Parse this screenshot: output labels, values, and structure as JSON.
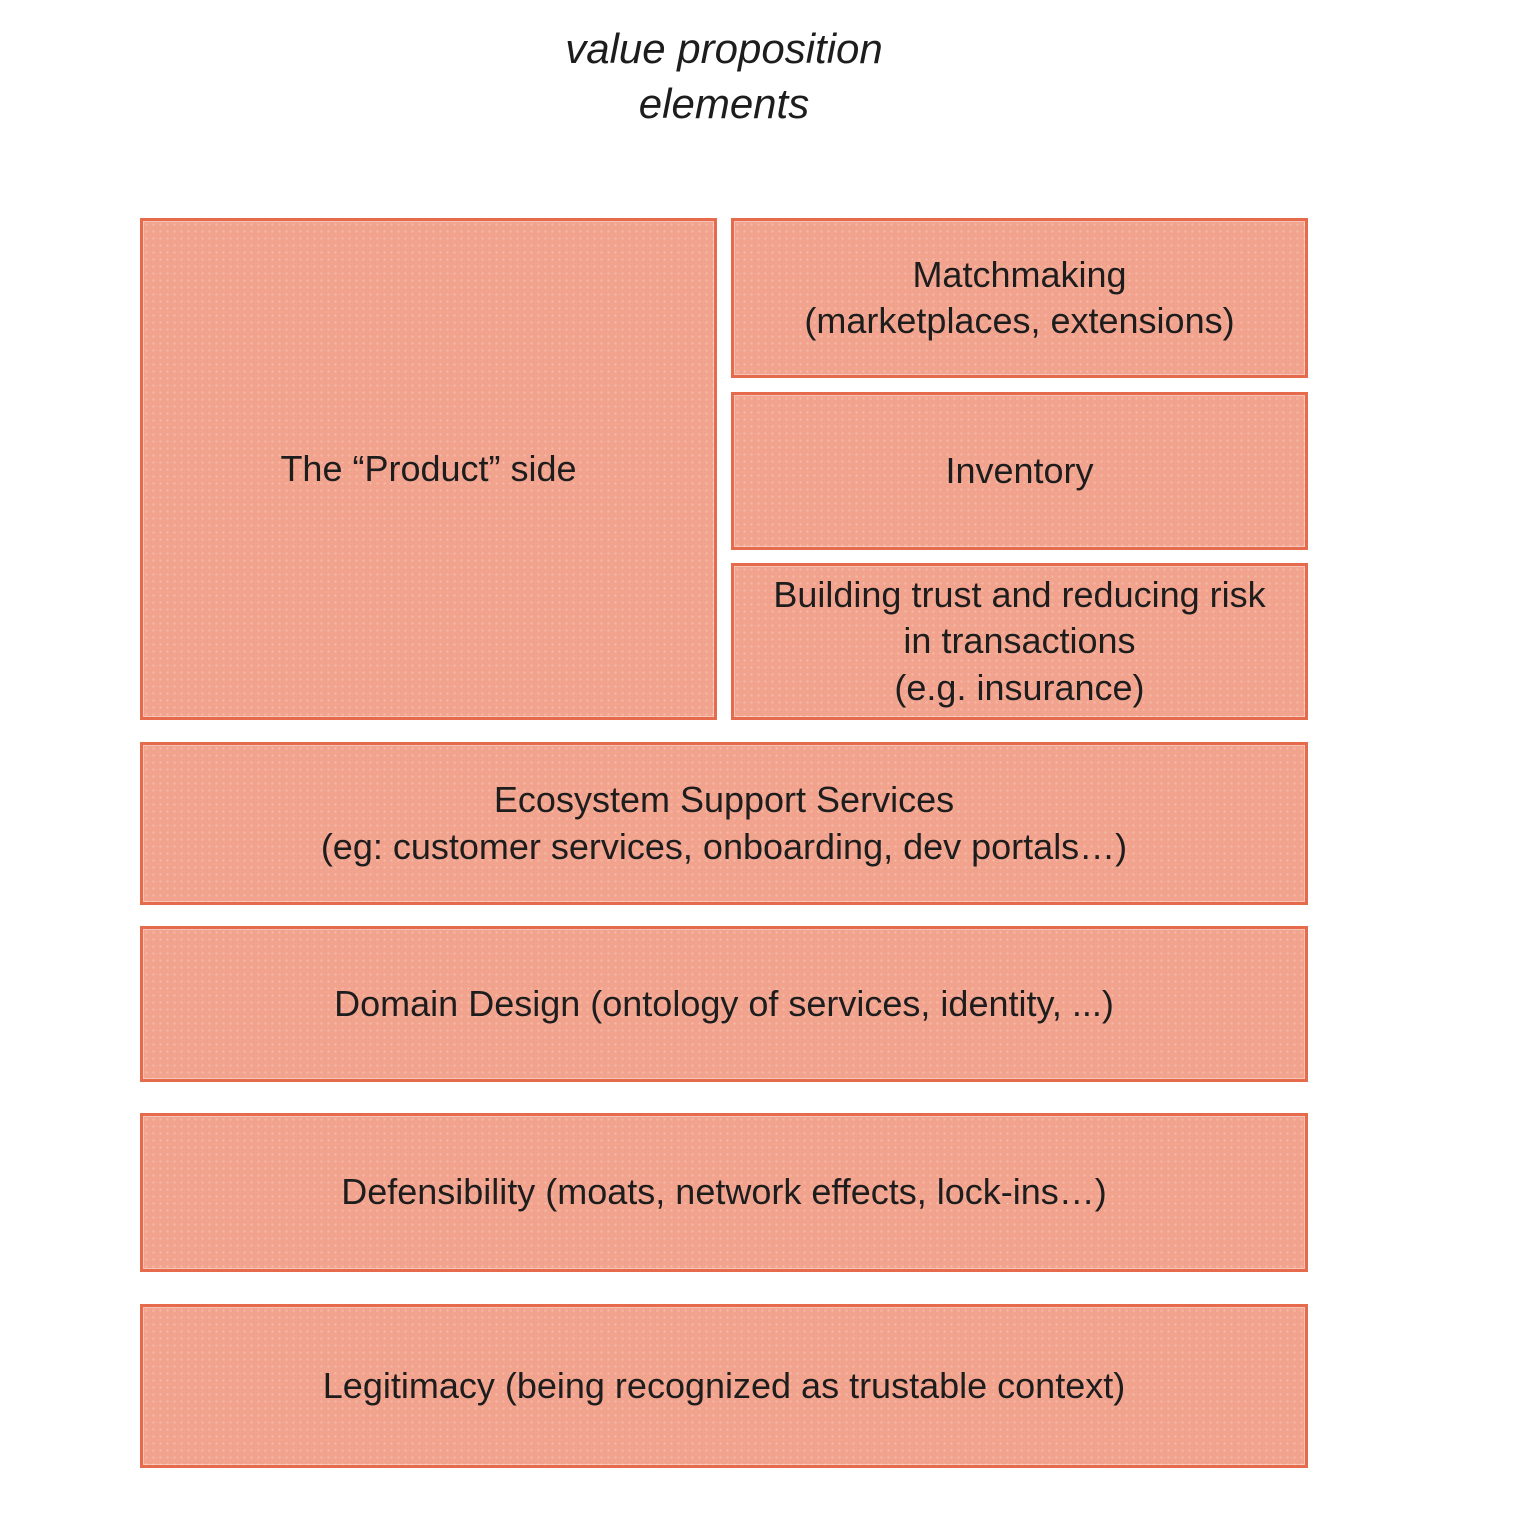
{
  "title": "value proposition\nelements",
  "colors": {
    "box_fill": "#f2a38e",
    "box_border": "#e66a4c",
    "text": "#1d1d1d",
    "page_bg": "#ffffff"
  },
  "boxes": {
    "product": {
      "label": "The “Product” side"
    },
    "matchmaking": {
      "label": "Matchmaking\n(marketplaces, extensions)"
    },
    "inventory": {
      "label": "Inventory"
    },
    "trust": {
      "label": "Building trust and reducing risk\nin transactions\n(e.g. insurance)"
    },
    "ecosystem": {
      "label": "Ecosystem Support Services\n(eg: customer services, onboarding, dev portals…)"
    },
    "domain": {
      "label": "Domain Design (ontology of services, identity, ...)"
    },
    "defensibility": {
      "label": "Defensibility (moats, network effects, lock-ins…)"
    },
    "legitimacy": {
      "label": "Legitimacy (being recognized as trustable context)"
    }
  }
}
